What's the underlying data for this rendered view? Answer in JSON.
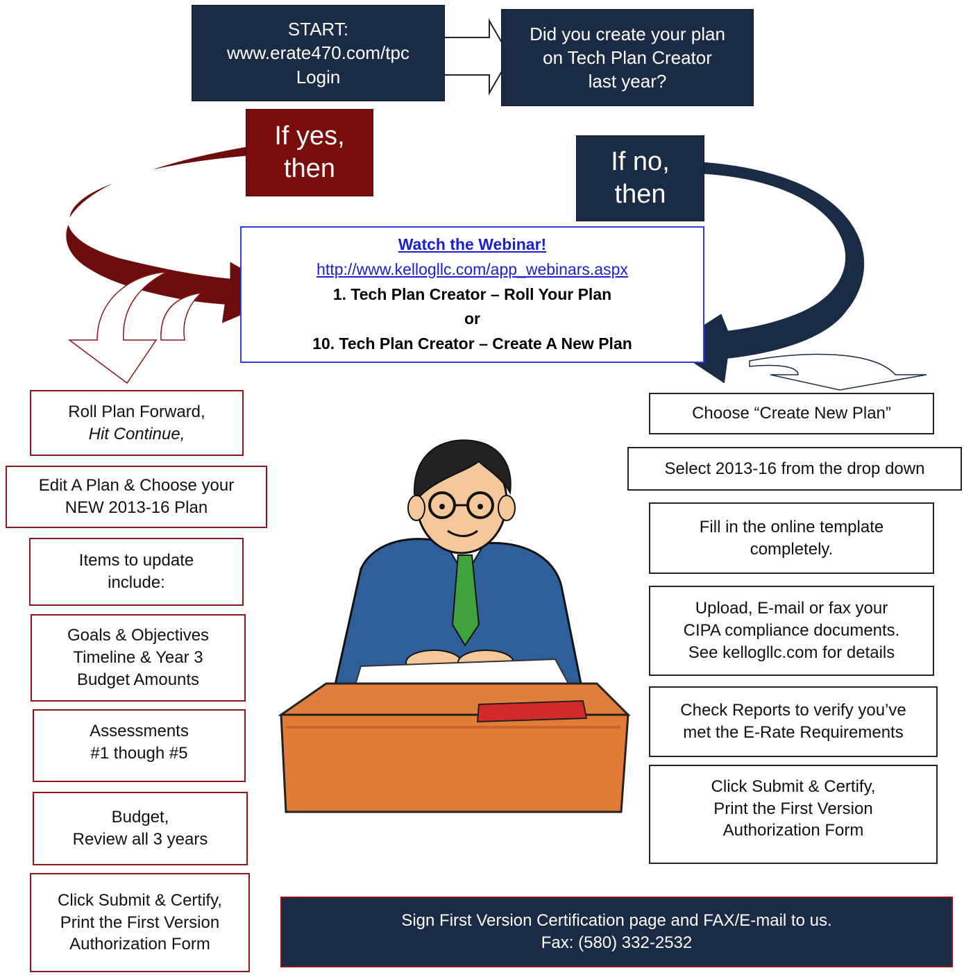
{
  "start_box": {
    "line1": "START:",
    "line2": "www.erate470.com/tpc",
    "line3": "Login"
  },
  "question_box": {
    "line1": "Did you create your plan",
    "line2": "on Tech Plan Creator",
    "line3": "last year?"
  },
  "yes_box": {
    "line1": "If yes,",
    "line2": "then"
  },
  "no_box": {
    "line1": "If no,",
    "line2": "then"
  },
  "webinar_box": {
    "title": "Watch the Webinar!",
    "url": "http://www.kellogllc.com/app_webinars.aspx",
    "item1": "1. Tech Plan Creator – Roll Your Plan",
    "or": "or",
    "item2": "10. Tech Plan Creator – Create A New Plan"
  },
  "left_steps": [
    {
      "line1": "Roll Plan Forward,",
      "line2": "Hit Continue,"
    },
    {
      "line1": "Edit A Plan & Choose your",
      "line2": "NEW 2013-16 Plan"
    },
    {
      "line1": "Items to update",
      "line2": "include:"
    },
    {
      "line1": "Goals & Objectives",
      "line2": "Timeline & Year 3",
      "line3": "Budget Amounts"
    },
    {
      "line1": "Assessments",
      "line2": "#1 though #5"
    },
    {
      "line1": "Budget,",
      "line2": "Review all 3 years"
    },
    {
      "line1": "Click Submit & Certify,",
      "line2": "Print the First Version",
      "line3": "Authorization Form"
    }
  ],
  "right_steps": [
    {
      "line1": "Choose “Create New Plan”"
    },
    {
      "line1": "Select 2013-16 from the drop down"
    },
    {
      "line1": "Fill in the online template",
      "line2": "completely."
    },
    {
      "line1": "Upload, E-mail or fax your",
      "line2": "CIPA compliance documents.",
      "line3": "See kellogllc.com for details"
    },
    {
      "line1": "Check Reports to verify you’ve",
      "line2": "met the E-Rate Requirements"
    },
    {
      "line1": "Click Submit & Certify,",
      "line2": "Print the First Version",
      "line3": "Authorization Form"
    }
  ],
  "sign_box": {
    "line1": "Sign First Version Certification page and FAX/E-mail to us.",
    "line2": "Fax: (580) 332-2532"
  },
  "colors": {
    "navy": "#1a2b45",
    "maroon": "#7a0c0c",
    "link_blue": "#1a1fd0",
    "red_border": "#8e1616"
  },
  "illustration": {
    "icon": "businessman-at-desk-icon"
  }
}
